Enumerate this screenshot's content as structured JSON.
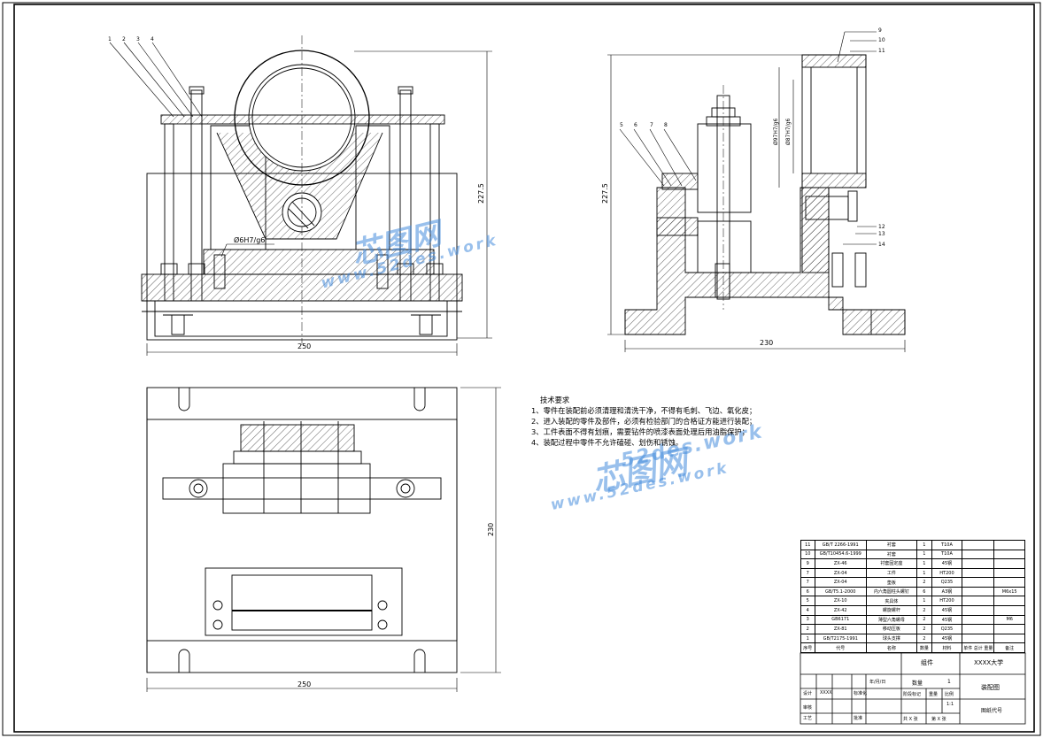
{
  "drawing": {
    "front_view": {
      "balloons": [
        "1",
        "2",
        "3",
        "4"
      ],
      "fit_label": "Ø6H7/g6",
      "height_dim": "227.5",
      "width_dim": "250"
    },
    "side_view": {
      "balloons_left": [
        "5",
        "6",
        "7",
        "8"
      ],
      "balloons_right": [
        "9",
        "10",
        "11",
        "12",
        "13",
        "14"
      ],
      "fit_label_1": "Ø97H7/g6",
      "fit_label_2": "Ø87H7/g6",
      "height_dim": "227.5",
      "width_dim": "230"
    },
    "top_view": {
      "height_dim": "230",
      "width_dim": "250"
    }
  },
  "notes": {
    "heading": "技术要求",
    "lines": [
      "1、零件在装配前必须清理和清洗干净，不得有毛刺、飞边、氧化皮；",
      "2、进入装配的零件及部件，必须有检验部门的合格证方能进行装配；",
      "3、工件表面不得有划痕，需要钻件的喷漆表面处理后用油脂保护；",
      "4、装配过程中零件不允许磕碰、划伤和锈蚀。"
    ]
  },
  "watermarks": {
    "top_brand": "芯图网",
    "top_url": "www.52des.work",
    "mid_brand": "芯图网",
    "mid_url": "www.52des.work",
    "mid_domain": "52des.work"
  },
  "bom": {
    "rows": [
      {
        "no": "11",
        "code": "GB/T 2266-1991",
        "name": "衬套",
        "qty": "1",
        "mat": "T10A",
        "note": ""
      },
      {
        "no": "10",
        "code": "GB/T10454.6-1999",
        "name": "衬套",
        "qty": "1",
        "mat": "T10A",
        "note": ""
      },
      {
        "no": "9",
        "code": "ZX-46",
        "name": "衬套固定座",
        "qty": "1",
        "mat": "45钢",
        "note": ""
      },
      {
        "no": "7",
        "code": "ZX-04",
        "name": "工件",
        "qty": "1",
        "mat": "HT200",
        "note": ""
      },
      {
        "no": "7",
        "code": "ZX-04",
        "name": "垫板",
        "qty": "2",
        "mat": "Q235",
        "note": ""
      },
      {
        "no": "6",
        "code": "GB/T5.1-2000",
        "name": "内六角圆柱头螺钉",
        "qty": "6",
        "mat": "A3钢",
        "note": "M6x15"
      },
      {
        "no": "5",
        "code": "ZX-10",
        "name": "夹具体",
        "qty": "1",
        "mat": "HT200",
        "note": ""
      },
      {
        "no": "4",
        "code": "ZX-42",
        "name": "螺旋螺杆",
        "qty": "2",
        "mat": "45钢",
        "note": ""
      },
      {
        "no": "3",
        "code": "GB6171",
        "name": "薄型六角螺母",
        "qty": "2",
        "mat": "45钢",
        "note": "M6"
      },
      {
        "no": "2",
        "code": "ZX-81",
        "name": "移动压板",
        "qty": "2",
        "mat": "Q235",
        "note": ""
      },
      {
        "no": "1",
        "code": "GB/T2175-1991",
        "name": "球头支撑",
        "qty": "2",
        "mat": "45钢",
        "note": ""
      }
    ],
    "header": {
      "no": "序号",
      "code": "代号",
      "name": "名称",
      "qty": "数量",
      "mat": "材料",
      "unit_w": "单件",
      "total_w": "总计",
      "weight": "重量",
      "note": "备注"
    }
  },
  "title_block": {
    "assembly": "组件",
    "school": "XXXX大学",
    "qty_label": "数量",
    "qty_value": "1",
    "drawing_type": "装配图",
    "stage": "阶段标记",
    "weight": "重量",
    "scale": "比例",
    "scale_value": "1:1",
    "drawing_no": "图纸代号",
    "sheet_a": "共 X 张",
    "sheet_b": "第 X 张",
    "designer": "设计",
    "designer_name": "XXXX",
    "standard": "标准化",
    "checker": "审核",
    "process": "工艺",
    "approve": "批准",
    "date_label": "年/月/日"
  }
}
